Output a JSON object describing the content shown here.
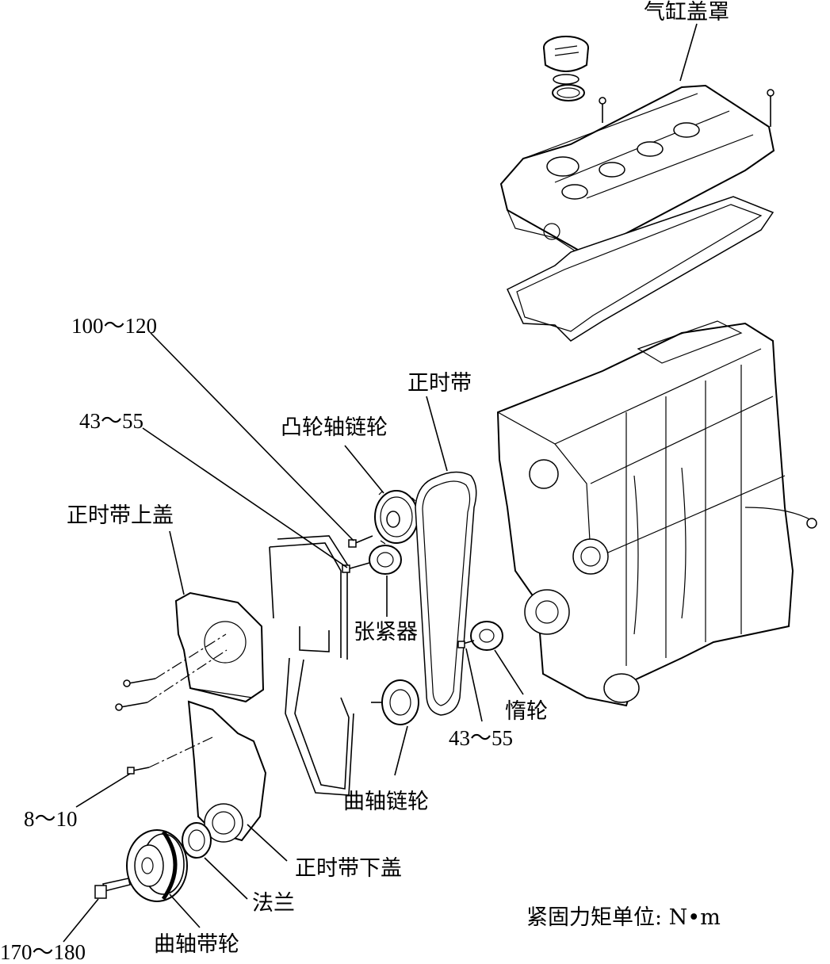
{
  "labels": {
    "valve_cover": "气缸盖罩",
    "torque_100_120": "100～120",
    "torque_43_55_top": "43～55",
    "cam_sprocket": "凸轮轴链轮",
    "timing_belt": "正时带",
    "upper_cover": "正时带上盖",
    "tensioner": "张紧器",
    "idler": "惰轮",
    "torque_43_55_idler": "43～55",
    "crank_sprocket": "曲轴链轮",
    "torque_8_10": "8～10",
    "lower_cover": "正时带下盖",
    "flange": "法兰",
    "torque_170_180": "170～180",
    "crank_pulley": "曲轴带轮",
    "unit_note": "紧固力矩单位: N•m"
  }
}
